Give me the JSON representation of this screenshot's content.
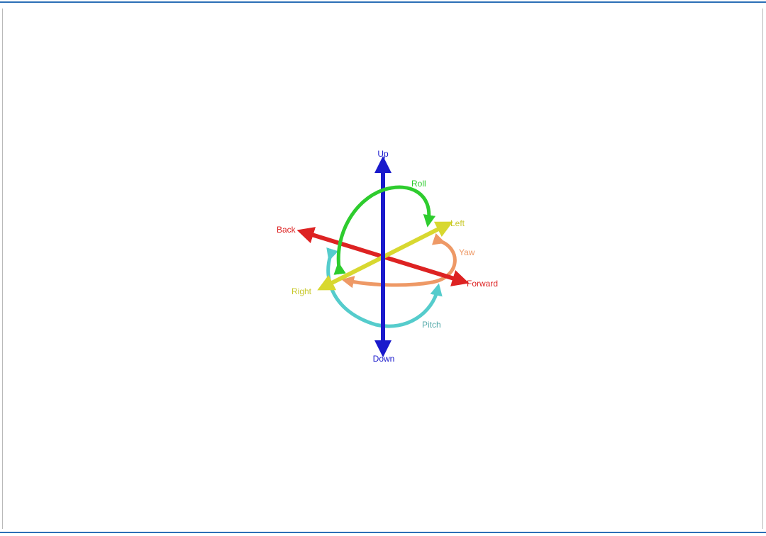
{
  "diagram": {
    "labels": {
      "up": "Up",
      "down": "Down",
      "back": "Back",
      "forward": "Forward",
      "left": "Left",
      "right": "Right",
      "roll": "Roll",
      "yaw": "Yaw",
      "pitch": "Pitch"
    },
    "colors": {
      "vertical_axis": "#1a1acc",
      "longitudinal_axis": "#dd2222",
      "lateral_axis": "#d8d830",
      "roll_arrow": "#2ecc2e",
      "yaw_arrow": "#ee9966",
      "pitch_arrow": "#55cccc",
      "frame_accent": "#2c6fb6"
    }
  }
}
